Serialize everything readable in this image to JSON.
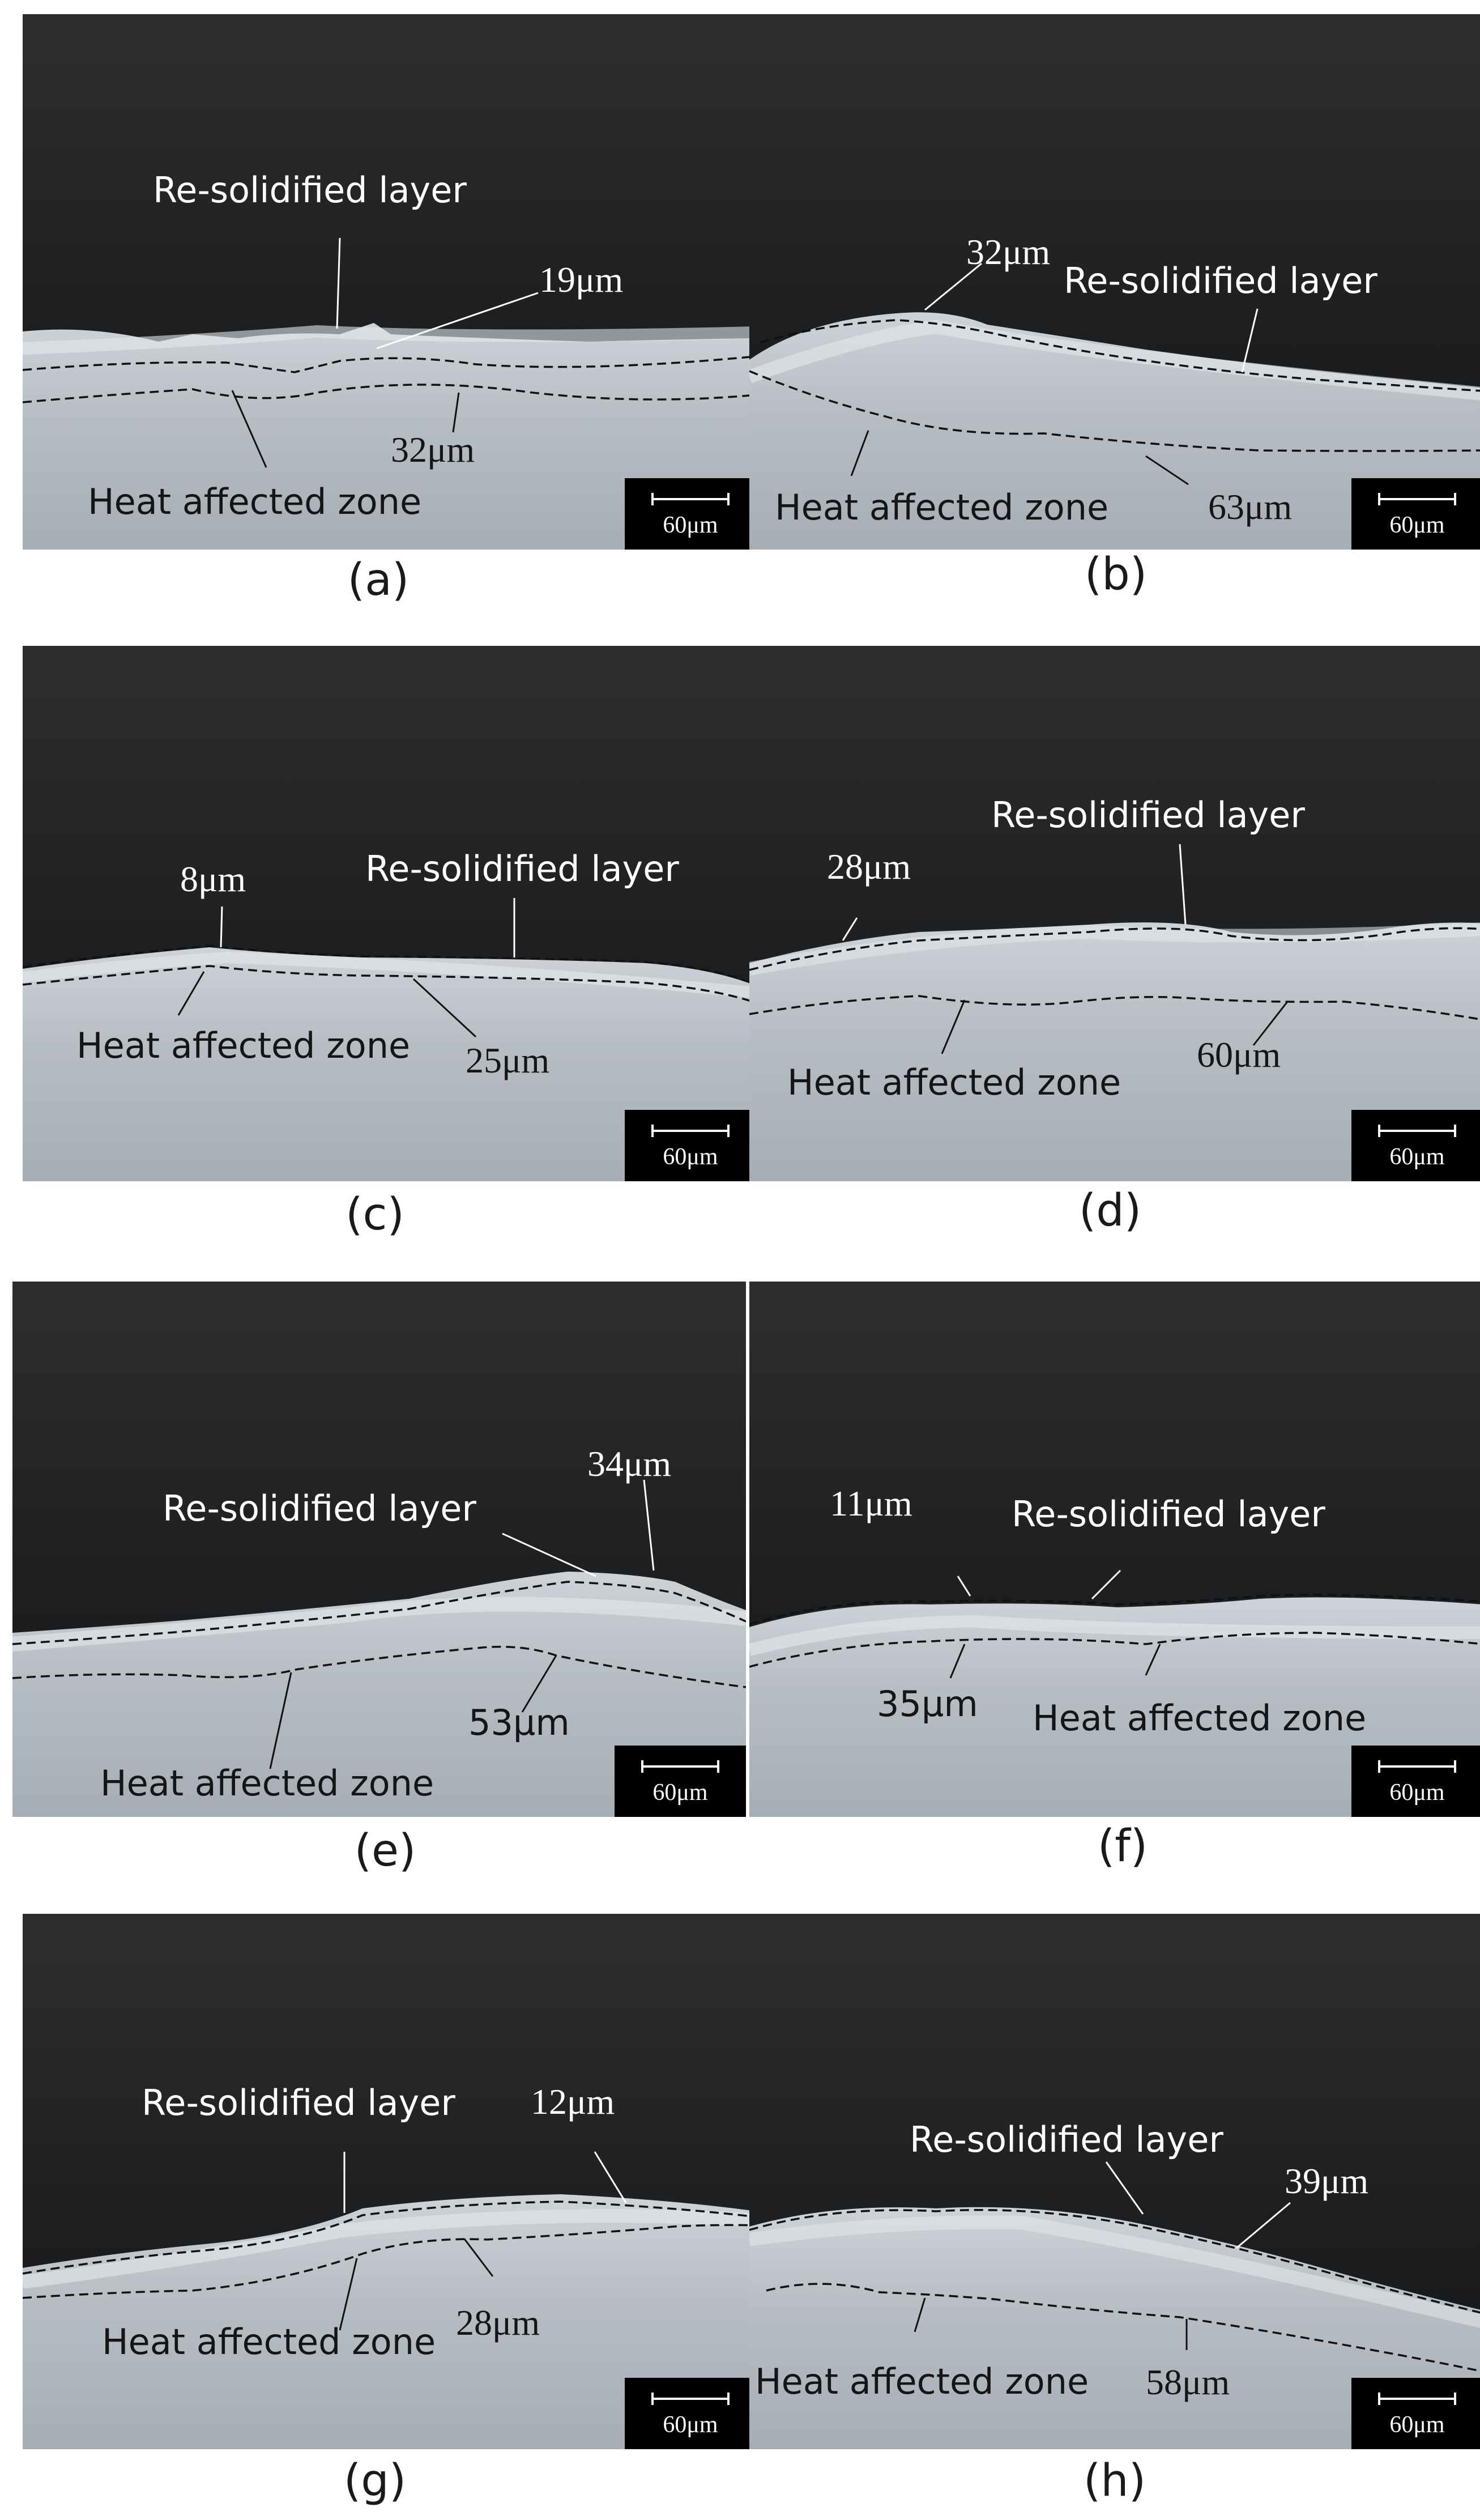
{
  "scale_bar_label": "60μm",
  "panels": [
    {
      "caption": "(a)",
      "resolidified": "Re-solidified layer",
      "recast_thickness": "19μm",
      "haz": "Heat affected zone",
      "haz_thickness": "32μm"
    },
    {
      "caption": "(b)",
      "resolidified": "Re-solidified layer",
      "recast_thickness": "32μm",
      "haz": "Heat affected zone",
      "haz_thickness": "63μm"
    },
    {
      "caption": "(c)",
      "resolidified": "Re-solidified layer",
      "recast_thickness": "8μm",
      "haz": "Heat affected zone",
      "haz_thickness": "25μm"
    },
    {
      "caption": "(d)",
      "resolidified": "Re-solidified layer",
      "recast_thickness": "28μm",
      "haz": "Heat affected zone",
      "haz_thickness": "60μm"
    },
    {
      "caption": "(e)",
      "resolidified": "Re-solidified layer",
      "recast_thickness": "34μm",
      "haz": "Heat affected zone",
      "haz_thickness": "53μm"
    },
    {
      "caption": "(f)",
      "resolidified": "Re-solidified layer",
      "recast_thickness": "11μm",
      "haz": "Heat affected zone",
      "haz_thickness": "35μm"
    },
    {
      "caption": "(g)",
      "resolidified": "Re-solidified layer",
      "recast_thickness": "12μm",
      "haz": "Heat affected zone",
      "haz_thickness": "28μm"
    },
    {
      "caption": "(h)",
      "resolidified": "Re-solidified layer",
      "recast_thickness": "39μm",
      "haz": "Heat affected zone",
      "haz_thickness": "58μm"
    }
  ]
}
